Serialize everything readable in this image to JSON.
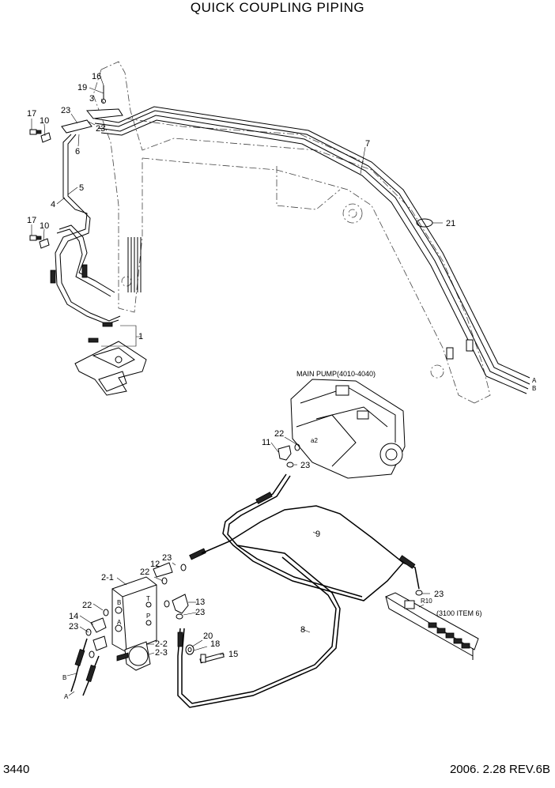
{
  "header": {
    "title": "QUICK COUPLING PIPING"
  },
  "footer": {
    "page": "3440",
    "revision": "2006. 2.28  REV.6B"
  },
  "callouts": {
    "c16": "16",
    "c19": "19",
    "c3": "3",
    "c17a": "17",
    "c10a": "10",
    "c23a": "23",
    "c23b": "23",
    "c6": "6",
    "c5": "5",
    "c4": "4",
    "c17b": "17",
    "c10b": "10",
    "c1": "1",
    "c7": "7",
    "c21": "21",
    "cA": "A",
    "cB": "B",
    "pump_label": "MAIN PUMP(4010-4040)",
    "c11": "11",
    "c22a": "22",
    "a2": "a2",
    "c23c": "23",
    "c9": "9",
    "c21b": "2-1",
    "c12": "12",
    "c23d": "23",
    "c22b": "22",
    "c13": "13",
    "c23e": "23",
    "c22c": "22",
    "c14": "14",
    "c23f": "23",
    "c20": "20",
    "c18": "18",
    "c15": "15",
    "c22d": "2-2",
    "c23g": "2-3",
    "c8": "8",
    "c23h": "23",
    "r10": "R10",
    "ref3100": "(3100 ITEM 6)",
    "hoseB": "B",
    "hoseA": "A",
    "port_b": "B",
    "port_a": "A",
    "port_t": "T",
    "port_p": "P"
  }
}
